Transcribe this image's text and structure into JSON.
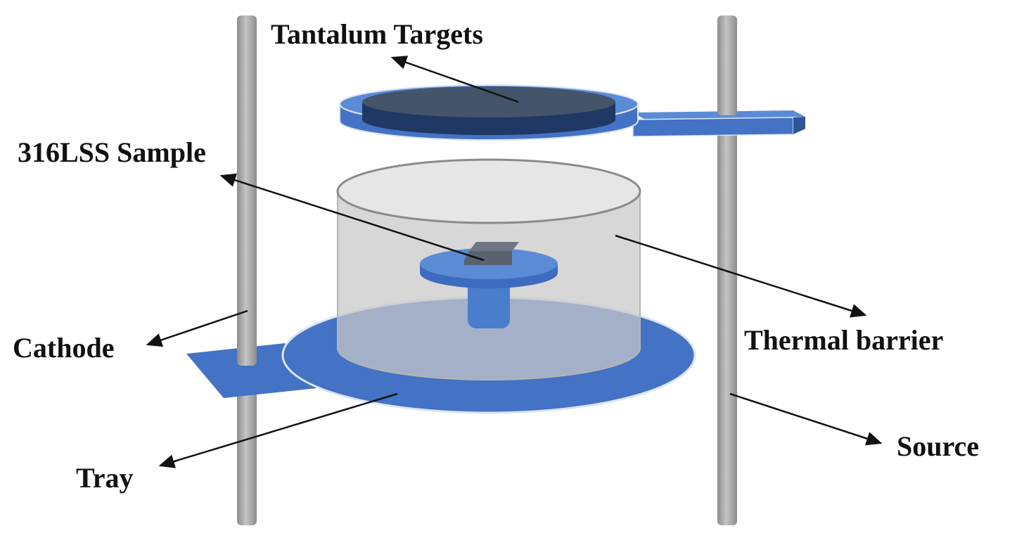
{
  "labels": {
    "tantalum_targets": "Tantalum Targets",
    "sample": "316LSS Sample",
    "thermal_barrier": "Thermal barrier",
    "cathode": "Cathode",
    "tray": "Tray",
    "source": "Source"
  },
  "colors": {
    "rod": "#a8a8a8",
    "blue": "#4472c4",
    "blue_light": "#5b8bd6",
    "target_dark": "#1f3864",
    "target_top": "#44546a",
    "barrier": "#c8c8c8",
    "arrow": "#111111"
  }
}
